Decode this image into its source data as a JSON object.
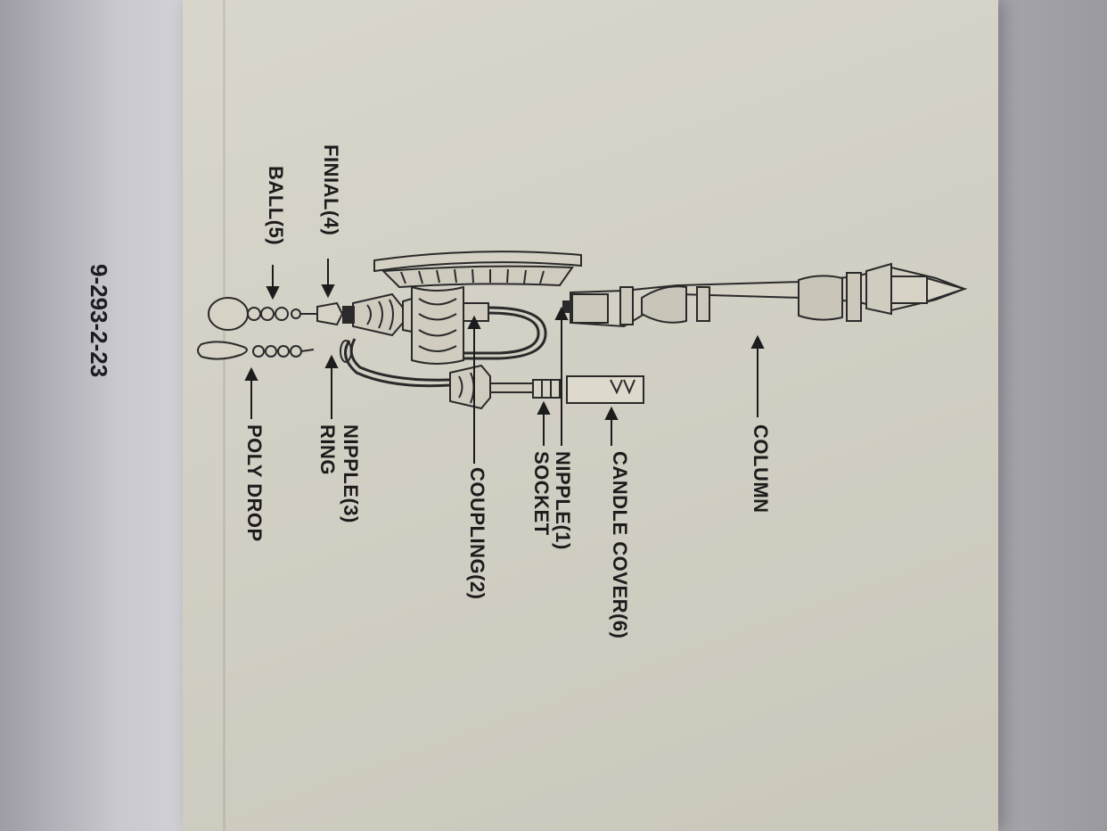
{
  "document_code": "9-293-2-23",
  "labels": {
    "finial": "FINIAL(4)",
    "ball": "BALL(5)",
    "poly_drop": "POLY DROP",
    "nipple_3": "NIPPLE(3)",
    "ring": "RING",
    "coupling": "COUPLING(2)",
    "nipple_1": "NIPPLE(1)",
    "socket": "SOCKET",
    "candle_cover": "CANDLE COVER(6)",
    "column": "COLUMN"
  }
}
